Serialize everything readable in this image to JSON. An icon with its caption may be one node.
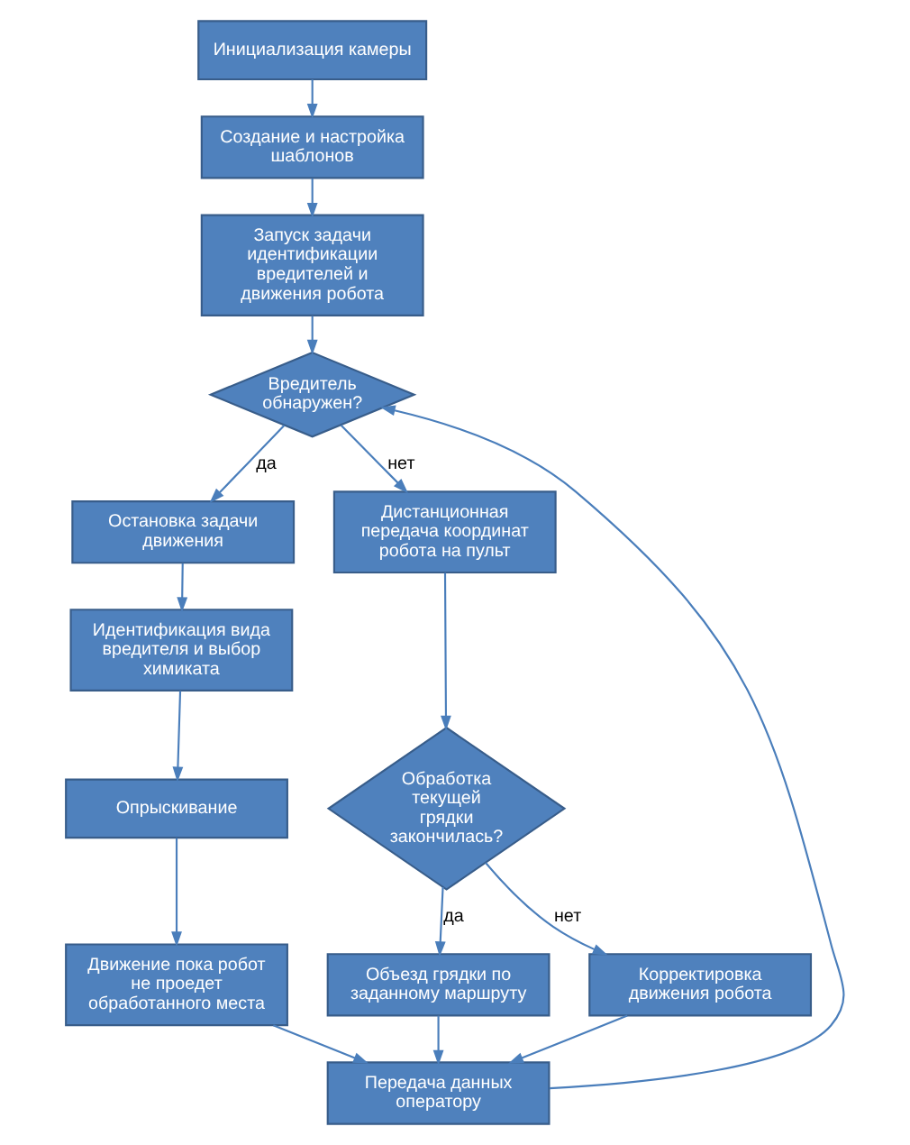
{
  "diagram": {
    "nodes": [
      {
        "text": [
          "Инициализация камеры"
        ]
      },
      {
        "text": [
          "Создание и настройка шаблонов"
        ]
      },
      {
        "text": [
          "Запуск задачи идентификации вредителей и движения робота"
        ]
      },
      {
        "text": [
          "Вредитель обнаружен?"
        ]
      },
      {
        "text": [
          "Остановка задачи движения"
        ]
      },
      {
        "text": [
          "Дистанционная передача координат робота на пульт"
        ]
      },
      {
        "text": [
          "Идентификация вида вредителя и выбор химиката"
        ]
      },
      {
        "text": [
          "Обработка текущей грядки закончилась?"
        ]
      },
      {
        "text": [
          "Опрыскивание"
        ]
      },
      {
        "text": [
          "Движение пока робот не проедет обработанного места"
        ]
      },
      {
        "text": [
          "Объезд грядки по заданному маршруту"
        ]
      },
      {
        "text": [
          "Корректировка движения робота"
        ]
      },
      {
        "text": [
          "Передача данных оператору"
        ]
      }
    ],
    "edges": [
      {
        "from": 0,
        "to": 1,
        "arrow": "to"
      },
      {
        "from": 1,
        "to": 2,
        "arrow": "to"
      },
      {
        "from": 2,
        "to": 3,
        "arrow": "to"
      },
      {
        "from": 3,
        "to": 4,
        "arrow": "to",
        "label": "да"
      },
      {
        "from": 3,
        "to": 5,
        "arrow": "to",
        "label": "нет"
      },
      {
        "from": 4,
        "to": 6,
        "arrow": "to"
      },
      {
        "from": 6,
        "to": 8,
        "arrow": "to"
      },
      {
        "from": 8,
        "to": 9,
        "arrow": "to"
      },
      {
        "from": 5,
        "to": 7,
        "arrow": "to"
      },
      {
        "from": 7,
        "to": 10,
        "arrow": "to",
        "label": "да"
      },
      {
        "from": 7,
        "to": 11,
        "arrow": "to",
        "label": "нет"
      },
      {
        "from": 9,
        "to": 12,
        "arrow": "to"
      },
      {
        "from": 10,
        "to": 12,
        "arrow": "to"
      },
      {
        "from": 11,
        "to": 12,
        "arrow": "to"
      },
      {
        "from": 12,
        "to": 3,
        "arrow": "to"
      }
    ]
  }
}
